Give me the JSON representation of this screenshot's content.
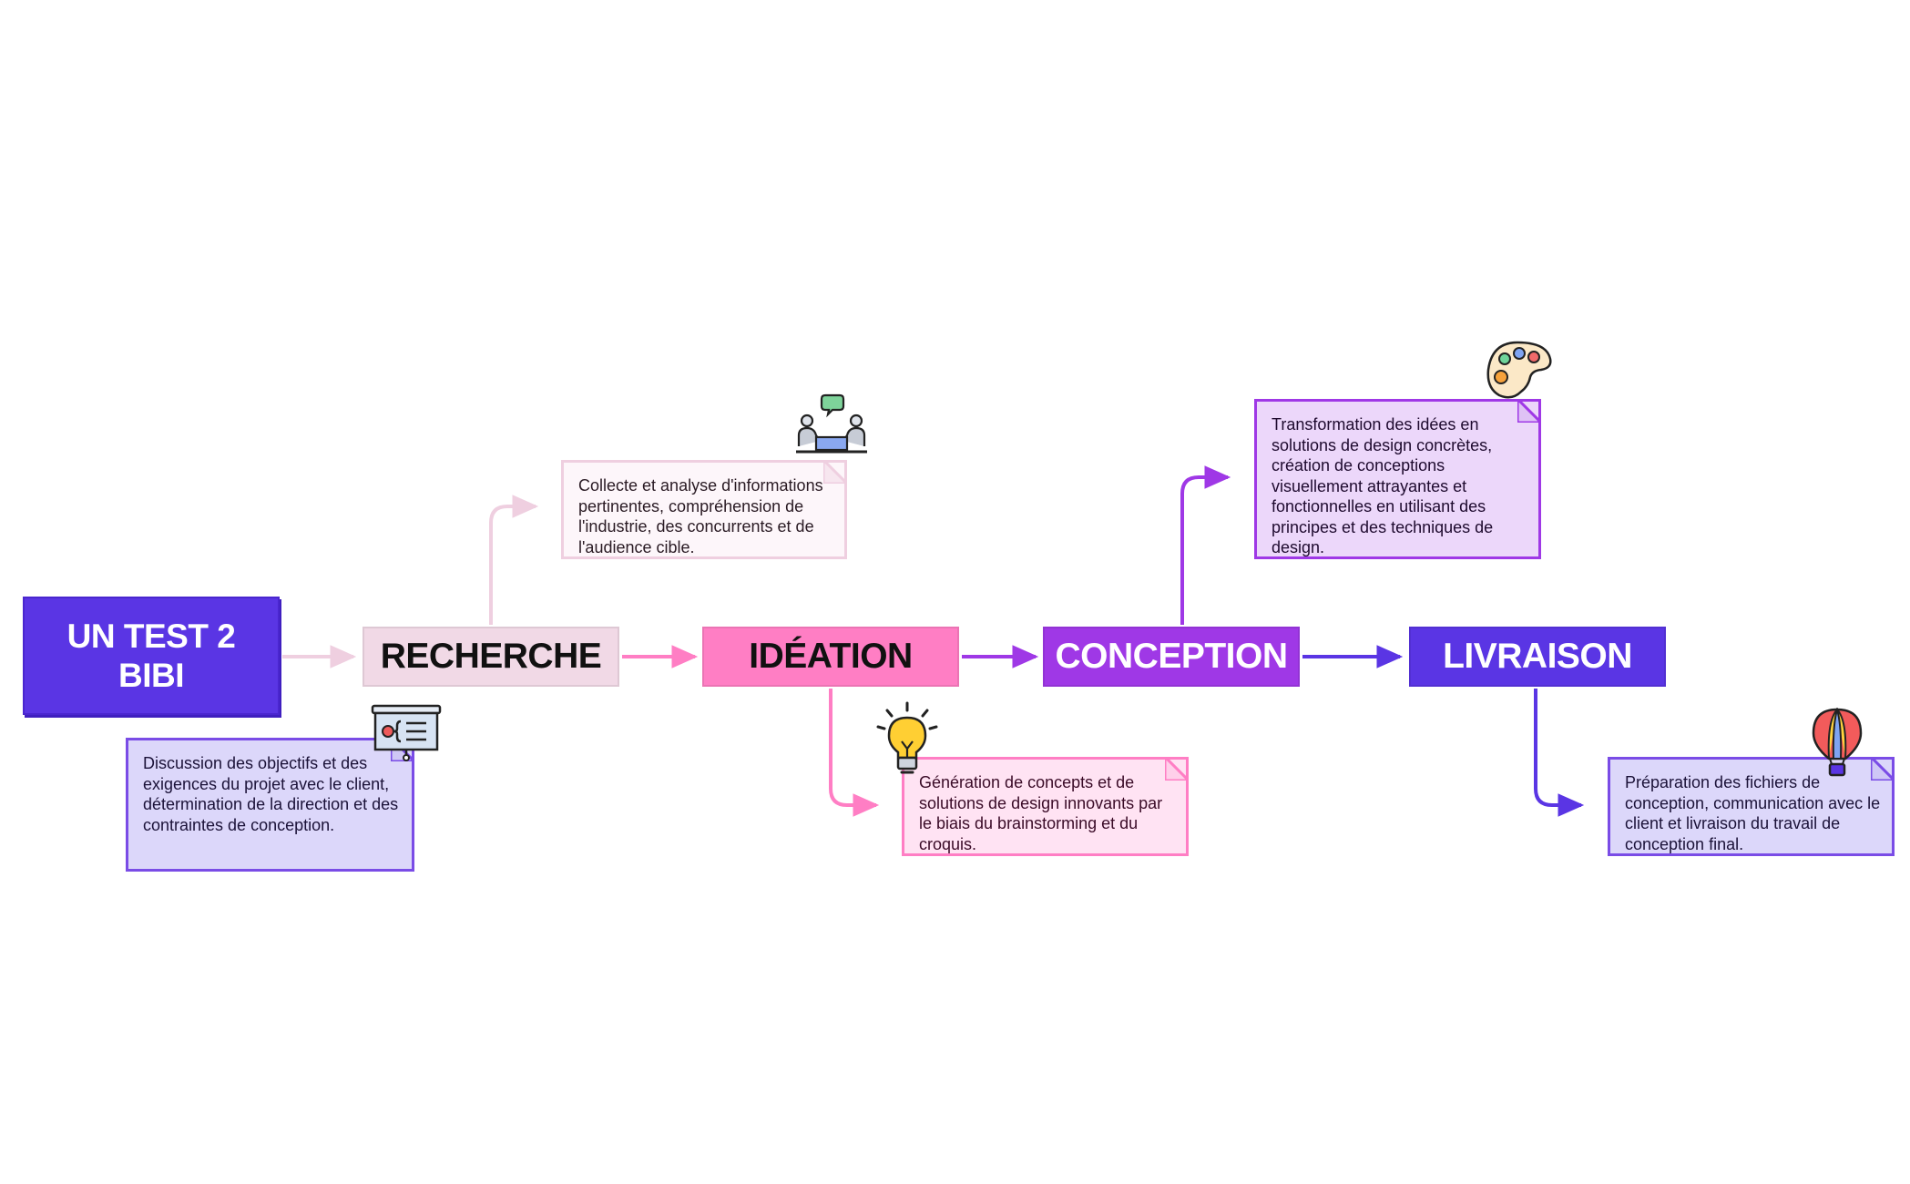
{
  "root": {
    "label": "UN TEST 2\nBIBI"
  },
  "stages": {
    "recherche": "RECHERCHE",
    "ideation": "IDÉATION",
    "conception": "CONCEPTION",
    "livraison": "LIVRAISON"
  },
  "notes": {
    "root": "Discussion des objectifs et des exigences du projet avec le client, détermination de la direction et des contraintes de conception.",
    "recherche": "Collecte et analyse d'informations pertinentes, compréhension de l'industrie, des concurrents et de l'audience cible.",
    "ideation": "Génération de concepts et de solutions de design innovants par le biais du brainstorming et du croquis.",
    "conception": "Transformation des idées en solutions de design concrètes, création de conceptions visuellement attrayantes et fonctionnelles en utilisant des principes et des techniques de design.",
    "livraison": "Préparation des fichiers de conception, communication avec le client et livraison du travail de conception final."
  },
  "icons": {
    "root": "presentation-board-icon",
    "recherche": "meeting-icon",
    "ideation": "lightbulb-icon",
    "conception": "palette-icon",
    "livraison": "hot-air-balloon-icon"
  },
  "colors": {
    "root": "#5a35e4",
    "recherche": "#f1d9e6",
    "ideation": "#ff7ec4",
    "conception": "#9f38e6",
    "livraison": "#5a35e4"
  }
}
